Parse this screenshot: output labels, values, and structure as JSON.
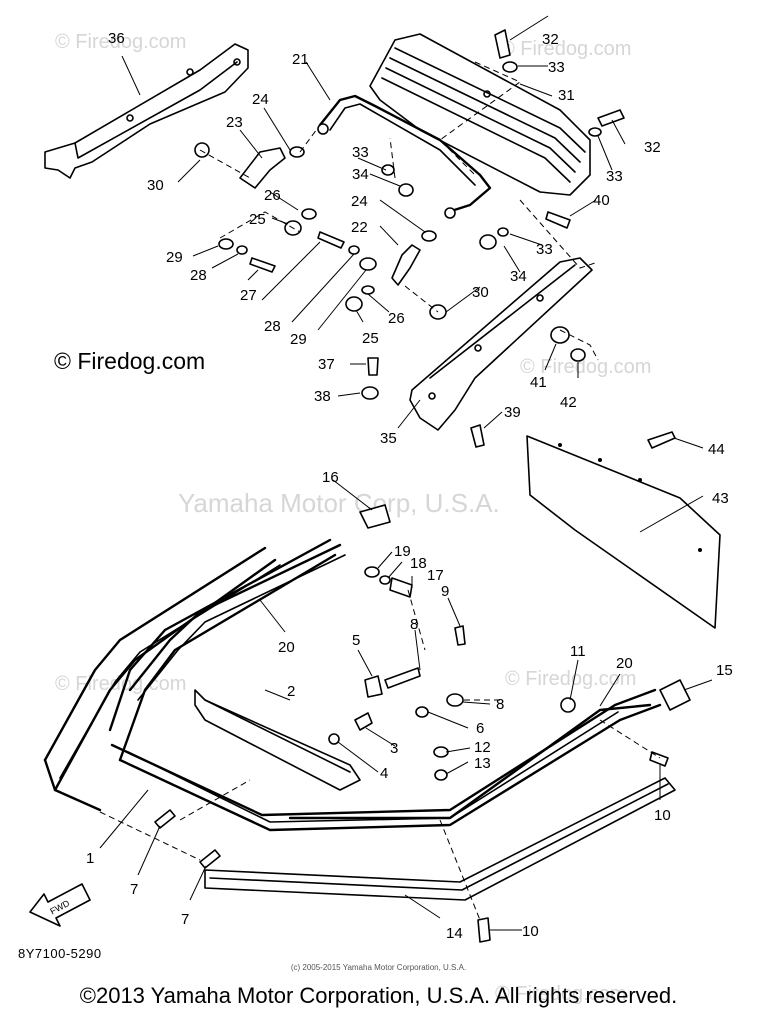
{
  "diagram": {
    "part_numbers": [
      "1",
      "2",
      "3",
      "4",
      "5",
      "6",
      "7",
      "8",
      "9",
      "10",
      "11",
      "12",
      "13",
      "14",
      "15",
      "16",
      "17",
      "18",
      "19",
      "20",
      "21",
      "22",
      "23",
      "24",
      "25",
      "26",
      "27",
      "28",
      "29",
      "30",
      "31",
      "32",
      "33",
      "34",
      "35",
      "36",
      "37",
      "38",
      "39",
      "40",
      "41",
      "42",
      "43",
      "44"
    ],
    "fwd_label": "FWD",
    "drawing_code": "8Y7100-5290"
  },
  "watermarks": {
    "firedog_small": "© Firedog.com",
    "firedog_main": "© Firedog.com",
    "yamaha": "Yamaha Motor Corp, U.S.A."
  },
  "footer": {
    "small_copyright": "(c) 2005-2015 Yamaha Motor Corporation, U.S.A.",
    "copyright": "©2013 Yamaha Motor Corporation, U.S.A. All rights reserved."
  }
}
